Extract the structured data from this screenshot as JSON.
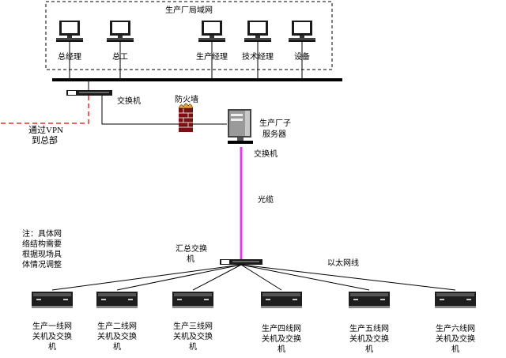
{
  "lan": {
    "title": "生产厂局域网",
    "computers": [
      {
        "label": "总经理"
      },
      {
        "label": "总工"
      },
      {
        "label": "生产经理"
      },
      {
        "label": "技术经理"
      },
      {
        "label": "设备"
      }
    ]
  },
  "core_switch": {
    "label": "交换机"
  },
  "firewall": {
    "label": "防火墙"
  },
  "vpn": {
    "line1": "通过VPN",
    "line2": "到总部"
  },
  "server": {
    "line1": "生产厂子",
    "line2": "服务器"
  },
  "server_switch": {
    "label": "交换机"
  },
  "fiber": {
    "label": "光缆"
  },
  "note": {
    "lines": [
      "注：具体网",
      "络结构需要",
      "根据现场具",
      "体情况调整"
    ]
  },
  "aggregation_switch": {
    "line1": "汇总交换",
    "line2": "机"
  },
  "ethernet": {
    "label": "以太网线"
  },
  "line_switches": [
    {
      "lines": [
        "生产一线网",
        "关机及交换",
        "机"
      ]
    },
    {
      "lines": [
        "生产二线网",
        "关机及交换",
        "机"
      ]
    },
    {
      "lines": [
        "生产三线网",
        "关机及交换",
        "机"
      ]
    },
    {
      "lines": [
        "生产四线网",
        "关机及交换",
        "机"
      ]
    },
    {
      "lines": [
        "生产五线网",
        "关机及交换",
        "机"
      ]
    },
    {
      "lines": [
        "生产六线网",
        "关机及交换",
        "机"
      ]
    }
  ],
  "colors": {
    "vpn_line": "#e0322d",
    "fiber_line": "#e23ee6",
    "firewall_flame": "#e2a23a"
  },
  "icons": {
    "computer": "desktop-computer-icon",
    "switch": "network-switch-icon",
    "firewall": "firewall-icon",
    "server": "server-tower-icon",
    "gateway": "gateway-box-icon"
  }
}
